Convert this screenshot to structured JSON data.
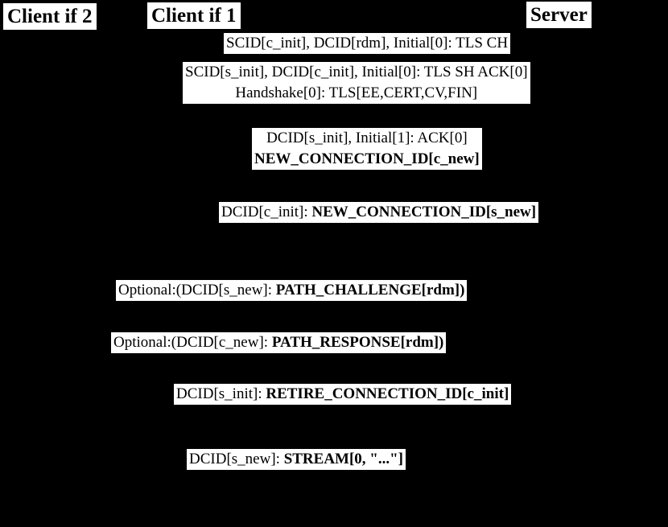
{
  "colors": {
    "background": "#000000",
    "label_background": "#ffffff",
    "label_text": "#000000"
  },
  "actors": [
    {
      "label": "Client if 2"
    },
    {
      "label": "Client if 1"
    },
    {
      "label": "Server"
    }
  ],
  "messages": [
    {
      "lines": [
        {
          "pre": "SCID[c_init], DCID[rdm], Initial[0]: TLS CH",
          "bold": ""
        }
      ]
    },
    {
      "lines": [
        {
          "pre": "SCID[s_init], DCID[c_init], Initial[0]: TLS SH ACK[0]",
          "bold": ""
        },
        {
          "pre": "Handshake[0]: TLS[EE,CERT,CV,FIN]",
          "bold": ""
        }
      ]
    },
    {
      "lines": [
        {
          "pre": "DCID[s_init], Initial[1]: ACK[0]",
          "bold": ""
        },
        {
          "pre": "",
          "bold": "NEW_CONNECTION_ID[c_new]"
        }
      ]
    },
    {
      "lines": [
        {
          "pre": "DCID[c_init]: ",
          "bold": "NEW_CONNECTION_ID[s_new]"
        }
      ]
    },
    {
      "lines": [
        {
          "pre": "Optional:(DCID[s_new]: ",
          "bold": "PATH_CHALLENGE[rdm])"
        }
      ]
    },
    {
      "lines": [
        {
          "pre": "Optional:(DCID[c_new]: ",
          "bold": "PATH_RESPONSE[rdm])"
        }
      ]
    },
    {
      "lines": [
        {
          "pre": "DCID[s_init]: ",
          "bold": "RETIRE_CONNECTION_ID[c_init]"
        }
      ]
    },
    {
      "lines": [
        {
          "pre": "DCID[s_new]: ",
          "bold": "STREAM[0, \"...\"]"
        }
      ]
    }
  ]
}
